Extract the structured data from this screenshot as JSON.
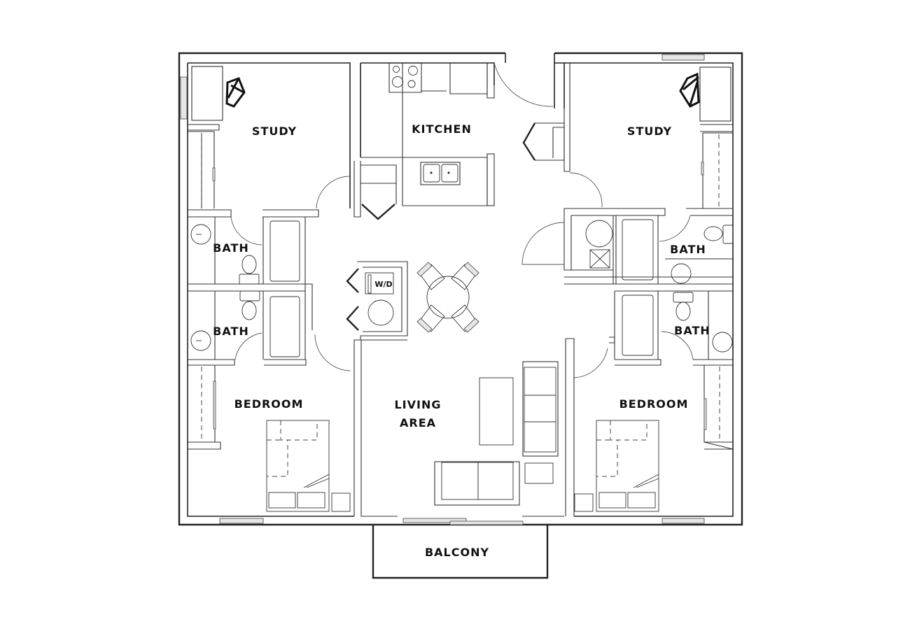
{
  "floorplan": {
    "rooms": {
      "study_left": "STUDY",
      "kitchen": "KITCHEN",
      "study_right": "STUDY",
      "bath_left_upper": "BATH",
      "bath_left_lower": "BATH",
      "bath_right_upper": "BATH",
      "bath_right_lower": "BATH",
      "laundry": "W/D",
      "bedroom_left": "BEDROOM",
      "living_line1": "LIVING",
      "living_line2": "AREA",
      "bedroom_right": "BEDROOM",
      "balcony": "BALCONY"
    },
    "colors": {
      "background": "#ffffff",
      "walls": "#222222",
      "labels": "#111111",
      "windows": "#e6e6e6"
    }
  }
}
